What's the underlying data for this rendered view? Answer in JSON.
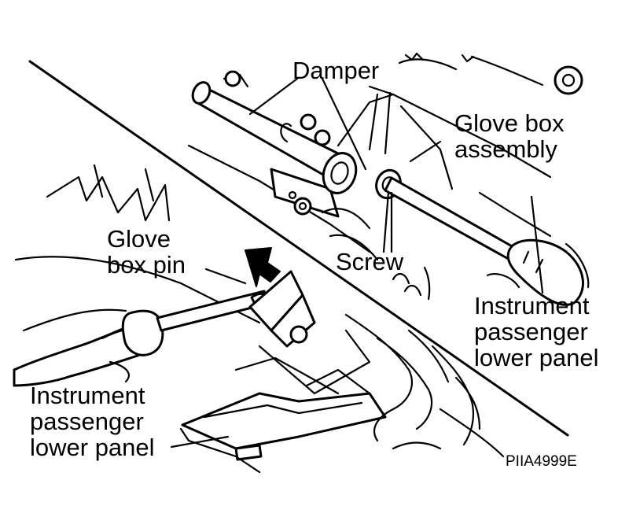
{
  "diagram": {
    "callouts": {
      "damper": "Damper",
      "glove_box_assembly": "Glove box\nassembly",
      "glove_box_pin": "Glove\nbox pin",
      "screw": "Screw",
      "instrument_panel_right": "Instrument\npassenger\nlower panel",
      "instrument_panel_left": "Instrument\npassenger\nlower panel"
    },
    "figure_code": "PIIA4999E"
  }
}
